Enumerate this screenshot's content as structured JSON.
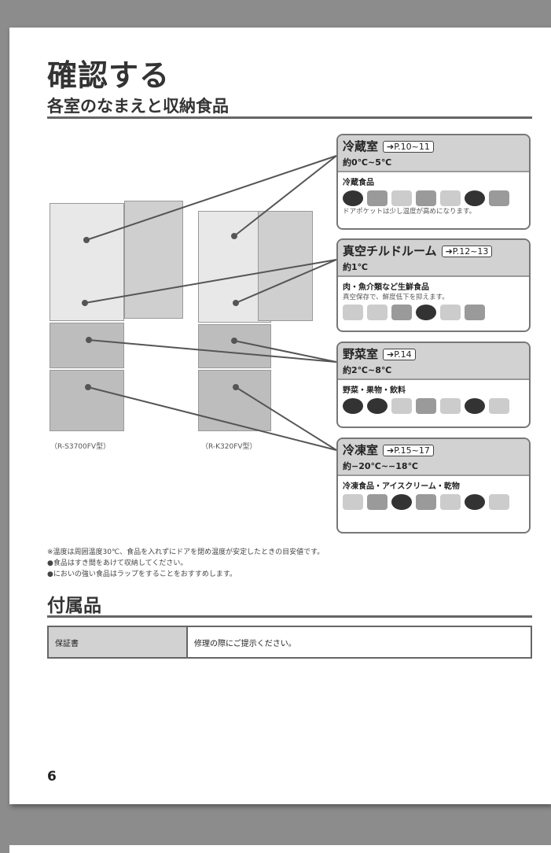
{
  "title": "確認する",
  "subtitle": "各室のなまえと収納食品",
  "models": [
    "（R-S3700FV型）",
    "（R-K320FV型）"
  ],
  "compartments": [
    {
      "name": "冷蔵室",
      "page_ref": "➔P.10~11",
      "temp": "約0℃~5℃",
      "category": "冷蔵食品",
      "note": "ドアポケットは少し温度が高めになります。"
    },
    {
      "name": "真空チルドルーム",
      "page_ref": "➔P.12~13",
      "temp": "約1℃",
      "category": "肉・魚介類など生鮮食品",
      "note": "真空保存で、鮮度低下を抑えます。"
    },
    {
      "name": "野菜室",
      "page_ref": "➔P.14",
      "temp": "約2℃~8℃",
      "category": "野菜・果物・飲料"
    },
    {
      "name": "冷凍室",
      "page_ref": "➔P.15~17",
      "temp": "約−20℃~−18℃",
      "category": "冷凍食品・アイスクリーム・乾物"
    }
  ],
  "notes": [
    "※温度は周囲温度30℃、食品を入れずにドアを閉め温度が安定したときの目安値です。",
    "●食品はすき間をあけて収納してください。",
    "●においの強い食品はラップをすることをおすすめします。"
  ],
  "accessories": {
    "title": "付属品",
    "rows": [
      {
        "item": "保証書",
        "desc": "修理の際にご提示ください。"
      }
    ]
  },
  "page_number": "6"
}
